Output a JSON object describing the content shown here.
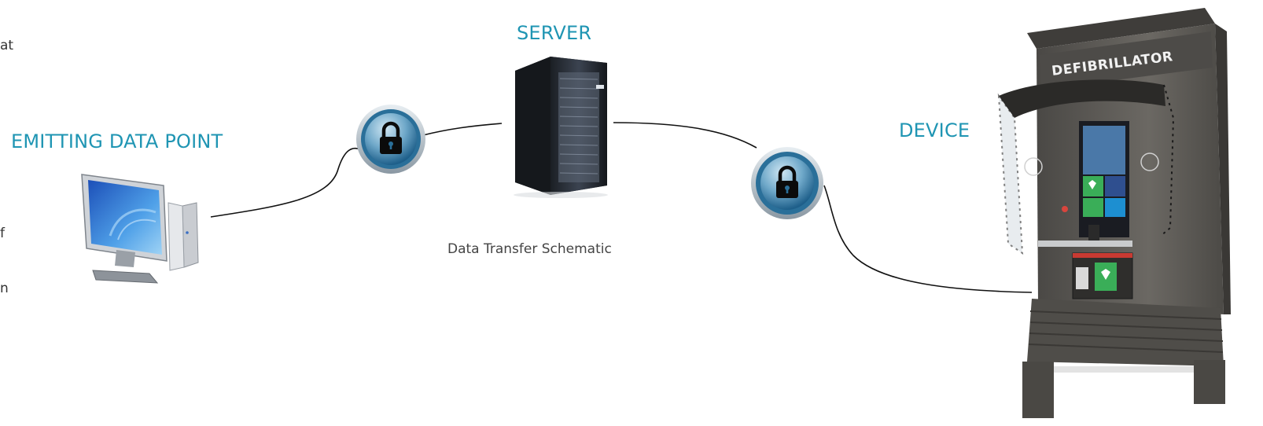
{
  "side_text_fragments": [
    "at",
    "f",
    "n"
  ],
  "nodes": {
    "emitting": {
      "label": "EMITTING DATA POINT",
      "icon": "desktop-computer-icon"
    },
    "server": {
      "label": "SERVER",
      "icon": "server-rack-icon"
    },
    "device": {
      "label": "DEVICE",
      "icon": "defibrillator-kiosk-icon",
      "sign": "DEFIBRILLATOR"
    }
  },
  "locks": [
    {
      "icon": "padlock-icon"
    },
    {
      "icon": "padlock-icon"
    }
  ],
  "caption": "Data Transfer Schematic",
  "colors": {
    "label": "#1f95b3",
    "lock_ring": "#2a7ea6",
    "connector": "#111111",
    "kiosk": "#5c5a56",
    "screen_green": "#3aae58"
  }
}
